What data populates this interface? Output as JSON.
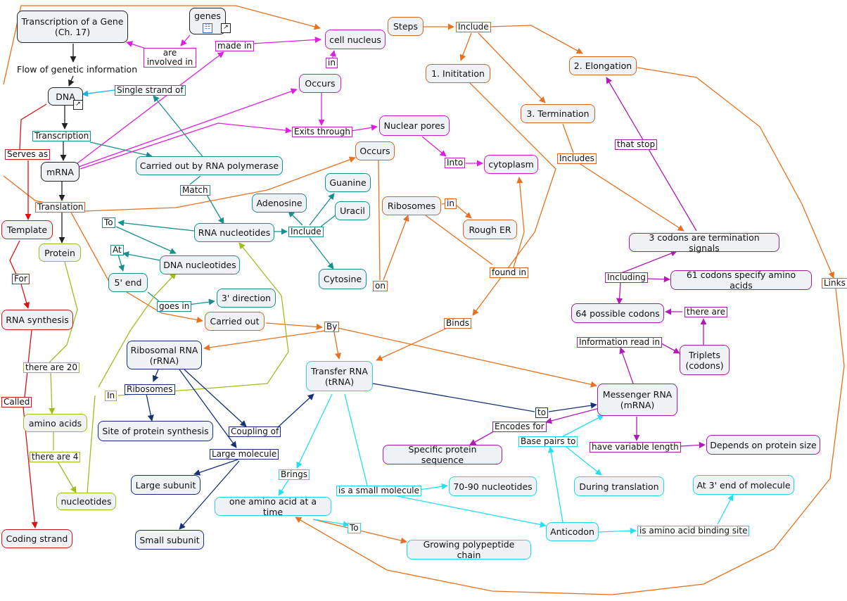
{
  "concepts": {
    "transcription_title": "Transcription of a Gene (Ch. 17)",
    "genes": "genes",
    "cell_nucleus": "cell nucleus",
    "steps": "Steps",
    "initiation": "1. Inititation",
    "elongation": "2. Elongation",
    "termination": "3. Termination",
    "occurs_top": "Occurs",
    "dna": "DNA",
    "nuclear_pores": "Nuclear pores",
    "cytoplasm": "cytoplasm",
    "occurs_mid": "Occurs",
    "mrna": "mRNA",
    "rna_polymerase": "Carried out by RNA polymerase",
    "guanine": "Guanine",
    "adenosine": "Adenosine",
    "uracil": "Uracil",
    "ribosomes_node": "Ribosomes",
    "rough_er": "Rough ER",
    "template": "Template",
    "rna_nucleotides": "RNA nucleotides",
    "protein": "Protein",
    "dna_nucleotides": "DNA nucleotides",
    "cytosine": "Cytosine",
    "termination_signals": "3 codons are termination signals",
    "five_end": "5' end",
    "three_direction": "3' direction",
    "codons_61": "61 codons specify amino acids",
    "rna_synthesis": "RNA synthesis",
    "carried_out": "Carried out",
    "codons_64": "64 possible codons",
    "ribosomal_rna": "Ribosomal RNA (rRNA)",
    "transfer_rna": "Transfer RNA (tRNA)",
    "triplets": "Triplets (codons)",
    "messenger_rna": "Messenger RNA (mRNA)",
    "amino_acids": "amino acids",
    "protein_synthesis_site": "Site of protein synthesis",
    "specific_sequence": "Specific protein sequence",
    "protein_size": "Depends on protein size",
    "large_subunit": "Large subunit",
    "during_translation": "During translation",
    "nt_70_90": "70-90 nucleotides",
    "three_end_molecule": "At 3' end of molecule",
    "nucleotides": "nucleotides",
    "one_amino_acid": "one amino acid at a time",
    "anticodon": "Anticodon",
    "coding_strand": "Coding strand",
    "small_subunit": "Small subunit",
    "growing_chain": "Growing polypeptide chain"
  },
  "links": {
    "are_involved_in": "are involved in",
    "made_in": "made in",
    "include_top": "Include",
    "in_nucleus": "in",
    "flow": "Flow of genetic information",
    "single_strand_of": "Single strand of",
    "exits_through": "Exits through",
    "transcription": "Transcription",
    "serves_as": "Serves as",
    "that_stop": "that stop",
    "includes": "Includes",
    "into": "Into",
    "match": "Match",
    "translation": "Translation",
    "in_er": "in",
    "to_rna": "To",
    "include_bases": "Include",
    "at": "At",
    "found_in": "found in",
    "including": "Including",
    "for": "For",
    "links_label": "Links",
    "on": "on",
    "goes_in": "goes in",
    "there_are": "there are",
    "binds": "Binds",
    "by": "By",
    "information_read_in": "Information read in",
    "ribosomes_link": "Ribosomes",
    "there_are_20": "there are 20",
    "in_link": "In",
    "called": "Called",
    "to_mrna": "to",
    "encodes_for": "Encodes for",
    "coupling_of": "Coupling of",
    "base_pairs_to": "Base pairs to",
    "large_molecule": "Large molecule",
    "variable_length": "have variable length",
    "there_are_4": "there are 4",
    "brings": "Brings",
    "small_molecule": "is a small molecule",
    "binding_site": "is amino acid binding site",
    "to_chain": "To"
  },
  "colors": {
    "black": "#222222",
    "magenta": "#e01ee0",
    "orange": "#e8701e",
    "teal": "#16908e",
    "blue": "#19b2e8",
    "green": "#9cbf1c",
    "red": "#dd1111",
    "navy": "#16317a",
    "cyan": "#22e0ee",
    "purple": "#b01ab6"
  },
  "icons": [
    "concept-map-icon",
    "external-link-icon"
  ]
}
